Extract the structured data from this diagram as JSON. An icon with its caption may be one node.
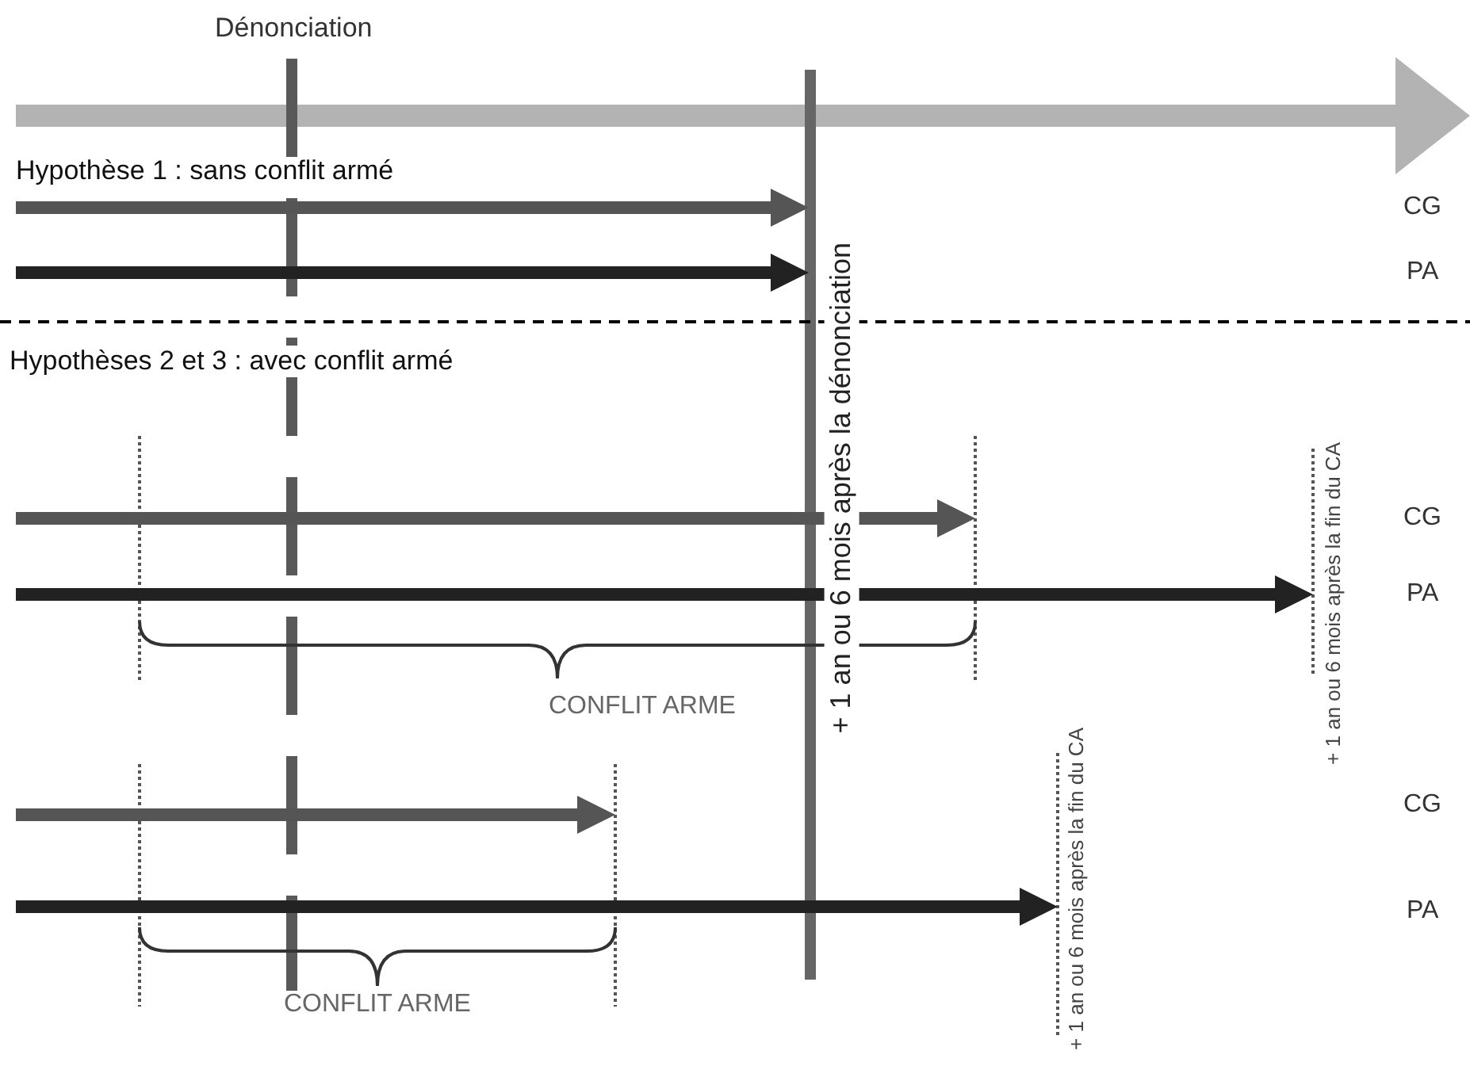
{
  "diagram": {
    "labels": [
      "Dénonciation",
      "Hypothèse 1 : sans conflit armé",
      "CG",
      "PA",
      "+ 1 an ou 6 mois après la dénonciation",
      "Hypothèses 2 et 3 : avec conflit armé",
      "CG",
      "PA",
      "+ 1 an ou 6 mois après la fin du CA",
      "CONFLIT ARME",
      "+ 1 an ou 6 mois après la fin du CA",
      "CG",
      "PA",
      "CONFLIT ARME"
    ]
  }
}
